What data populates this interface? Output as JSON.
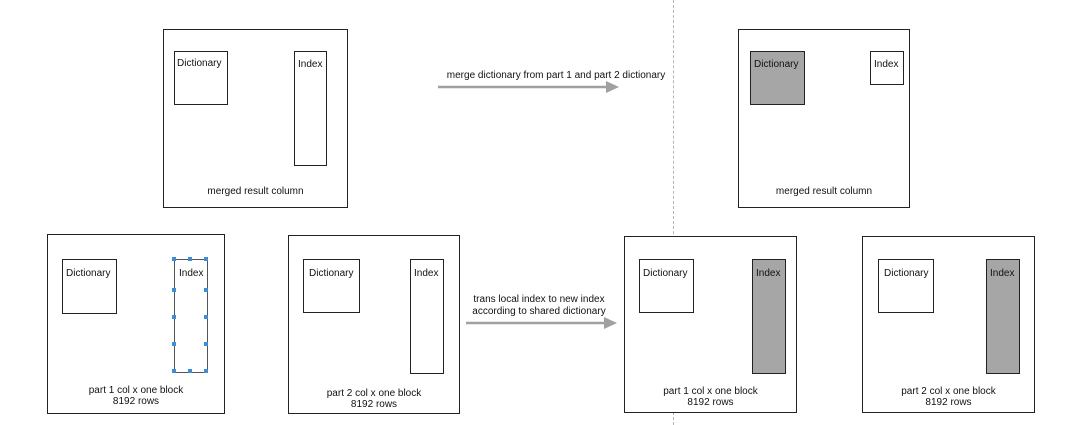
{
  "labels": {
    "dictionary": "Dictionary",
    "index": "Index",
    "merged_caption": "merged result column",
    "part1_caption_line1": "part 1 col x one block",
    "part2_caption_line1": "part 2 col x one block",
    "rows_caption": "8192 rows"
  },
  "arrows": {
    "top_text": "merge dictionary from part 1 and part 2 dictionary",
    "bottom_text_line1": "trans local index to new index",
    "bottom_text_line2": "according to shared dictionary"
  },
  "colors": {
    "shaded_fill": "#a6a6a6",
    "arrow": "#a0a0a0",
    "selection": "#3b8fd6",
    "divider": "#b5b5b5"
  }
}
